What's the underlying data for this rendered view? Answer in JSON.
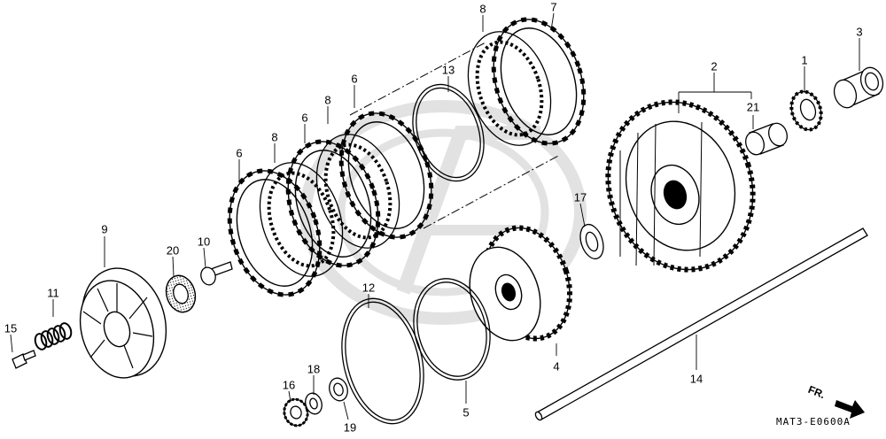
{
  "part_labels": [
    "8",
    "7",
    "3",
    "2",
    "1",
    "13",
    "6",
    "21",
    "8",
    "6",
    "8",
    "6",
    "17",
    "9",
    "20",
    "10",
    "12",
    "11",
    "15",
    "4",
    "14",
    "18",
    "16",
    "5",
    "19"
  ],
  "diagram_code": "MAT3-E0600A",
  "direction_label": "FR."
}
